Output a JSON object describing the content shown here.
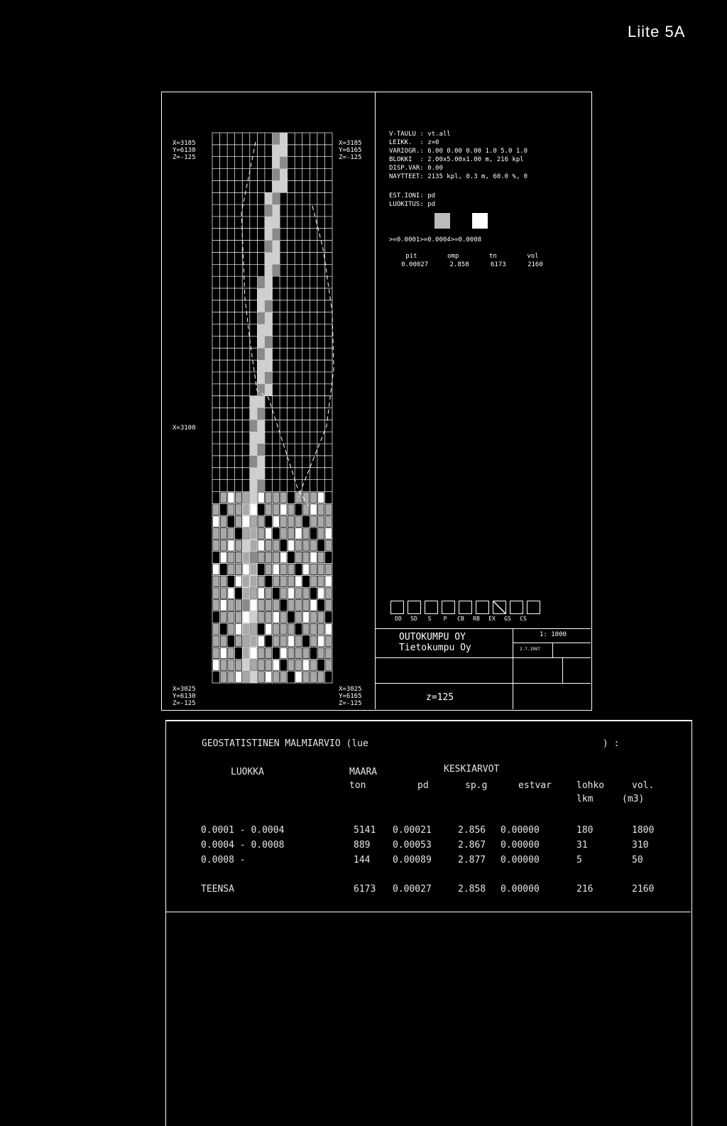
{
  "corner_label": "Liite 5A",
  "plot": {
    "top_left": [
      "X=3185",
      "Y=6130",
      "Z=-125"
    ],
    "top_right": [
      "X=3185",
      "Y=6165",
      "Z=-125"
    ],
    "bottom_left": [
      "X=3025",
      "Y=6130",
      "Z=-125"
    ],
    "bottom_right": [
      "X=3025",
      "Y=6165",
      "Z=-125"
    ],
    "mid_left": "X=3100"
  },
  "params": [
    {
      "key": "V-TAULU :",
      "val": "vt.all"
    },
    {
      "key": "LEIKK.  :",
      "val": "z=0"
    },
    {
      "key": "VARIOGR.:",
      "val": "6.00 0.00 0.00 1.0 5.0 1.0"
    },
    {
      "key": "BLOKKI  :",
      "val": "2.00x5.00x1.00 m, 216 kpl"
    },
    {
      "key": "DISP.VAR:",
      "val": "0.00"
    },
    {
      "key": "NAYTTEET:",
      "val": "2135 kpl, 0.3 m, 60.0 %, 0"
    }
  ],
  "est": [
    {
      "key": "EST.IONI:",
      "val": "pd"
    },
    {
      "key": "LUOKITUS:",
      "val": "pd"
    }
  ],
  "class_ranges": ">=0.0001>=0.0004>=0.0008",
  "stats": {
    "headers": [
      "pit",
      "omp",
      "tn",
      "vol"
    ],
    "values": [
      "0.00027",
      "2.858",
      "6173",
      "2160"
    ]
  },
  "legend": [
    "DD",
    "SD",
    "S",
    "P",
    "CB",
    "RB",
    "EX",
    "GS",
    "CS"
  ],
  "company": {
    "line1": "OUTOKUMPU OY",
    "line2": "Tietokumpu Oy",
    "scale": "1: 1000",
    "date": "2.7.1987",
    "zlabel": "z=125"
  },
  "table": {
    "title": "GEOSTATISTINEN MALMIARVIO (lue",
    "title_end": ") :",
    "col_luokka": "LUOKKA",
    "col_maara": "MAARA",
    "col_keskiarvot": "KESKIARVOT",
    "sub_headers": [
      "ton",
      "pd",
      "sp.g",
      "estvar",
      "lohko",
      "vol."
    ],
    "sub_headers2": [
      "lkm",
      "(m3)"
    ],
    "rows": [
      {
        "luokka": "0.0001 - 0.0004",
        "ton": "5141",
        "pd": "0.00021",
        "spg": "2.856",
        "estvar": "0.00000",
        "lohko": "180",
        "vol": "1800"
      },
      {
        "luokka": "0.0004 - 0.0008",
        "ton": "889",
        "pd": "0.00053",
        "spg": "2.867",
        "estvar": "0.00000",
        "lohko": "31",
        "vol": "310"
      },
      {
        "luokka": "0.0008 -",
        "ton": "144",
        "pd": "0.00089",
        "spg": "2.877",
        "estvar": "0.00000",
        "lohko": "5",
        "vol": "50"
      }
    ],
    "total": {
      "luokka": "TEENSA",
      "ton": "6173",
      "pd": "0.00027",
      "spg": "2.858",
      "estvar": "0.00000",
      "lohko": "216",
      "vol": "2160"
    }
  }
}
